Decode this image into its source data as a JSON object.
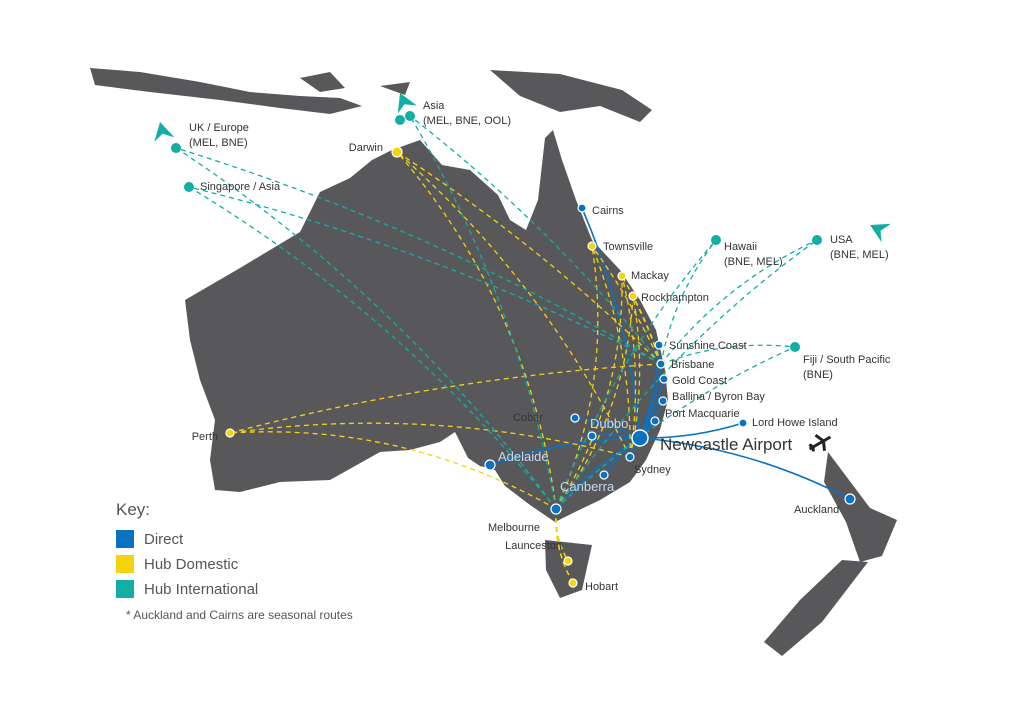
{
  "colors": {
    "land": "#58585a",
    "direct": "#0a72c2",
    "hub_domestic": "#f5d30f",
    "hub_international": "#12aea3"
  },
  "hub": {
    "name": "Newcastle Airport"
  },
  "direct": [
    "Cairns",
    "Sunshine Coast",
    "Brisbane",
    "Gold Coast",
    "Ballina / Byron Bay",
    "Port Macquarie",
    "Lord Howe Island",
    "Sydney",
    "Canberra",
    "Dubbo",
    "Cobar",
    "Adelaide",
    "Melbourne",
    "Auckland"
  ],
  "domestic": [
    "Darwin",
    "Townsville",
    "Mackay",
    "Rockhampton",
    "Perth",
    "Launceston",
    "Hobart"
  ],
  "international": [
    {
      "name": "UK / Europe",
      "sub": "(MEL, BNE)"
    },
    {
      "name": "Singapore / Asia",
      "sub": ""
    },
    {
      "name": "Asia",
      "sub": "(MEL, BNE, OOL)"
    },
    {
      "name": "Hawaii",
      "sub": "(BNE, MEL)"
    },
    {
      "name": "USA",
      "sub": "(BNE, MEL)"
    },
    {
      "name": "Fiji / South Pacific",
      "sub": "(BNE)"
    }
  ],
  "key": {
    "title": "Key:",
    "items": [
      {
        "label": "Direct",
        "color": "#0a72c2"
      },
      {
        "label": "Hub Domestic",
        "color": "#f5d30f"
      },
      {
        "label": "Hub International",
        "color": "#12aea3"
      }
    ],
    "note": "* Auckland and Cairns are seasonal routes"
  },
  "icons": {
    "plane": "airplane-icon",
    "arrow": "direction-arrow-icon"
  }
}
